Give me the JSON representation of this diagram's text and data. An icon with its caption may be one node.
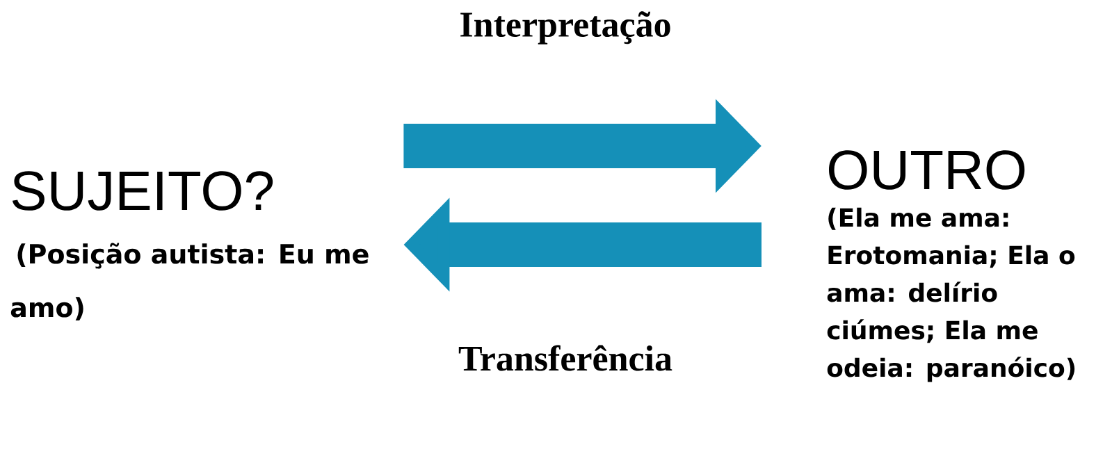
{
  "diagram": {
    "nodes": [
      {
        "text": [
          "SUJEITO?",
          "(Posição autista: Eu me amo)"
        ]
      },
      {
        "text": [
          "OUTRO",
          "(Ela me ama: Erotomania; Ela o ama: delírio ciúmes; Ela me odeia: paranóico)"
        ]
      }
    ],
    "edges": [
      {
        "from": 0,
        "to": 1,
        "arrow": "to",
        "label": "Interpretação"
      },
      {
        "from": 1,
        "to": 0,
        "arrow": "to",
        "label": "Transferência"
      }
    ]
  }
}
